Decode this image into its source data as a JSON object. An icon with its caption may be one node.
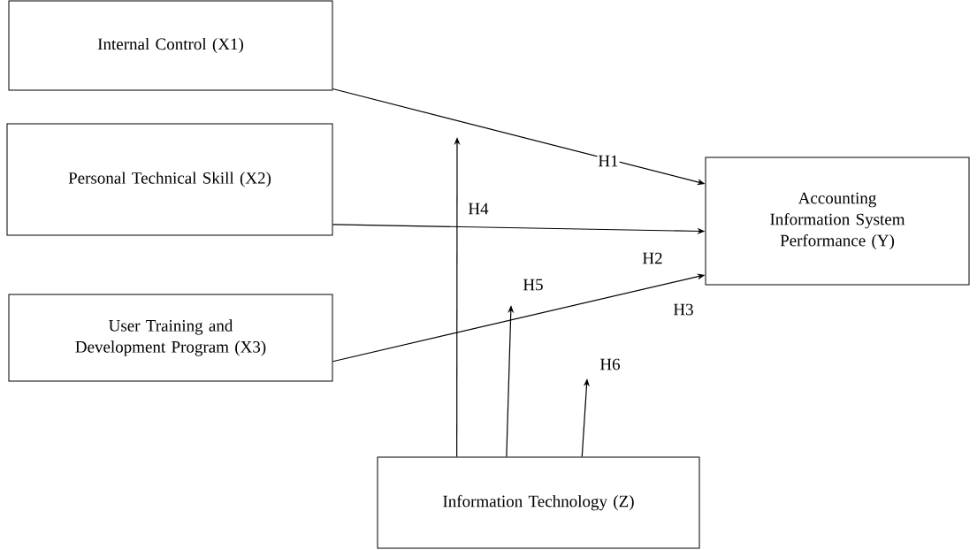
{
  "diagram": {
    "nodes": [
      {
        "text": [
          "Internal Control (X1)"
        ]
      },
      {
        "text": [
          "Personal Technical Skill (X2)"
        ]
      },
      {
        "text": [
          "User Training and Development Program (X3)"
        ]
      },
      {
        "text": [
          "Accounting Information System Performance (Y)"
        ]
      },
      {
        "text": [
          "Information Technology (Z)"
        ]
      }
    ],
    "edges": [
      {
        "from": 0,
        "to": 3,
        "arrow": "to",
        "label": "H1"
      },
      {
        "from": 1,
        "to": 3,
        "arrow": "to",
        "label": "H2"
      },
      {
        "from": 2,
        "to": 3,
        "arrow": "to",
        "label": "H3"
      },
      {
        "from": 4,
        "to": null,
        "arrow": "to",
        "label": "H4"
      },
      {
        "from": 4,
        "to": null,
        "arrow": "to",
        "label": "H5"
      },
      {
        "from": 4,
        "to": null,
        "arrow": "to",
        "label": "H6"
      }
    ]
  }
}
